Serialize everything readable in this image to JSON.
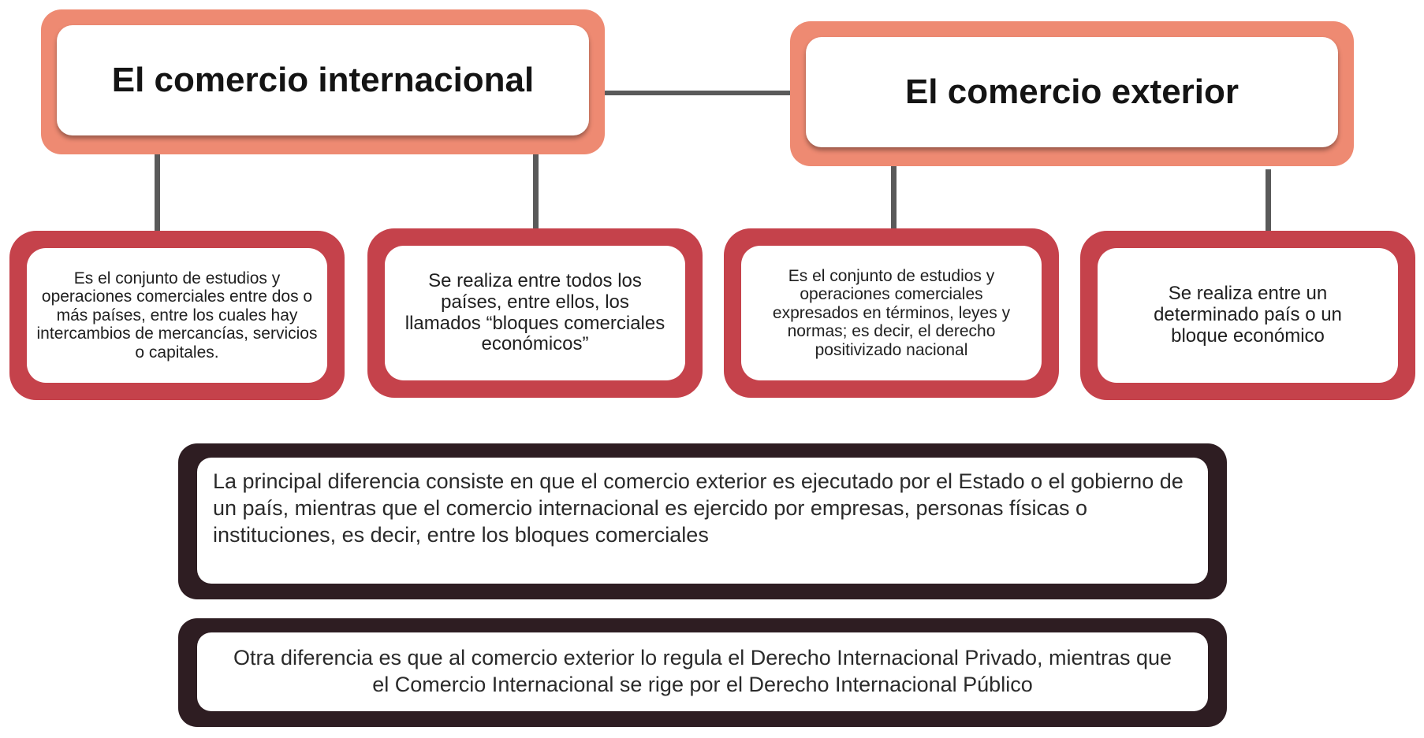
{
  "colors": {
    "title_frame": "#ee8a72",
    "definition_frame": "#c5424b",
    "note_frame": "#2e1d22",
    "connector": "#5a5a5a",
    "box_fill": "#ffffff"
  },
  "titles": {
    "international": "El comercio internacional",
    "exterior": "El comercio exterior"
  },
  "definitions": {
    "international_1": "Es el conjunto de estudios y operaciones comerciales entre dos o más países, entre los cuales hay intercambios de mercancías, servicios o capitales.",
    "international_2": "Se realiza entre todos los países, entre ellos, los llamados “bloques comerciales económicos”",
    "exterior_1": "Es el conjunto de estudios y operaciones comerciales expresados en términos, leyes y normas; es decir, el derecho positivizado nacional",
    "exterior_2": "Se realiza entre un determinado país o un bloque económico"
  },
  "notes": {
    "main_difference": "La principal diferencia consiste en que el comercio exterior es ejecutado por el Estado o el gobierno de un país, mientras que el comercio internacional es ejercido por empresas, personas físicas o instituciones, es decir, entre los bloques comerciales",
    "other_difference": "Otra diferencia es que al comercio exterior lo regula el Derecho Internacional Privado, mientras que el Comercio Internacional se rige por el Derecho Internacional Público"
  }
}
